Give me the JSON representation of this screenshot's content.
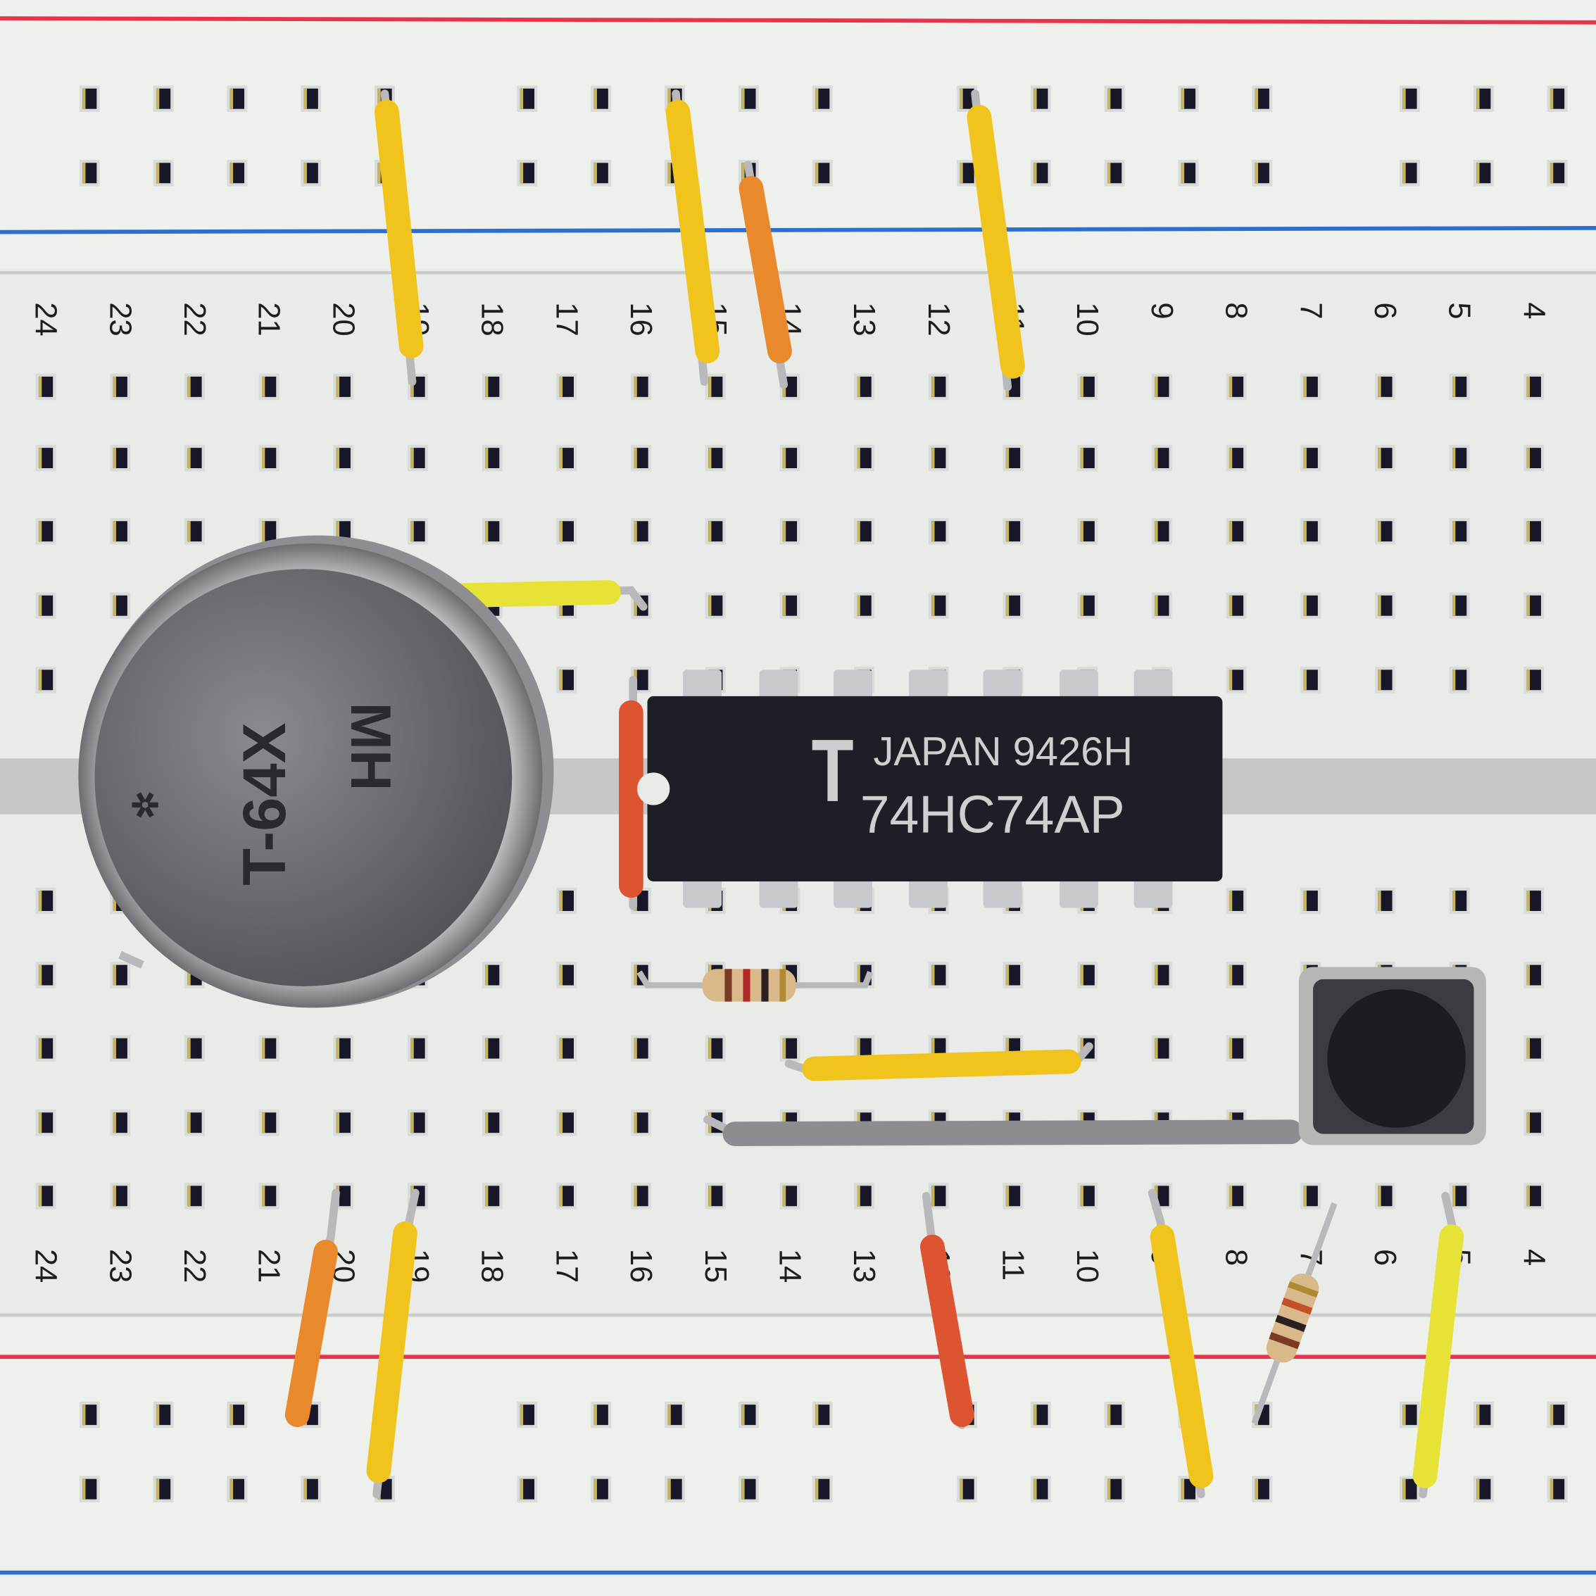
{
  "breadboard": {
    "column_numbers": [
      "24",
      "23",
      "22",
      "21",
      "20",
      "19",
      "18",
      "17",
      "16",
      "15",
      "14",
      "13",
      "12",
      "11",
      "10",
      "9",
      "8",
      "7",
      "6",
      "5",
      "4"
    ],
    "colors": {
      "board": "#e8ebe8",
      "rail_red": "#e8344a",
      "rail_blue": "#2d6fd0",
      "channel": "#c5c8c4"
    }
  },
  "ic_chip": {
    "maker_logo": "T",
    "line1": "JAPAN 9426H",
    "line2": "74HC74AP",
    "color": "#1e1f26"
  },
  "crystal": {
    "line1": "T-64X",
    "line2": "MH"
  },
  "wire_colors": {
    "yellow": "#f0c41c",
    "orange": "#e88a2c",
    "red": "#dc5530",
    "grey": "#8c8d90",
    "lightyellow": "#e6e236"
  }
}
